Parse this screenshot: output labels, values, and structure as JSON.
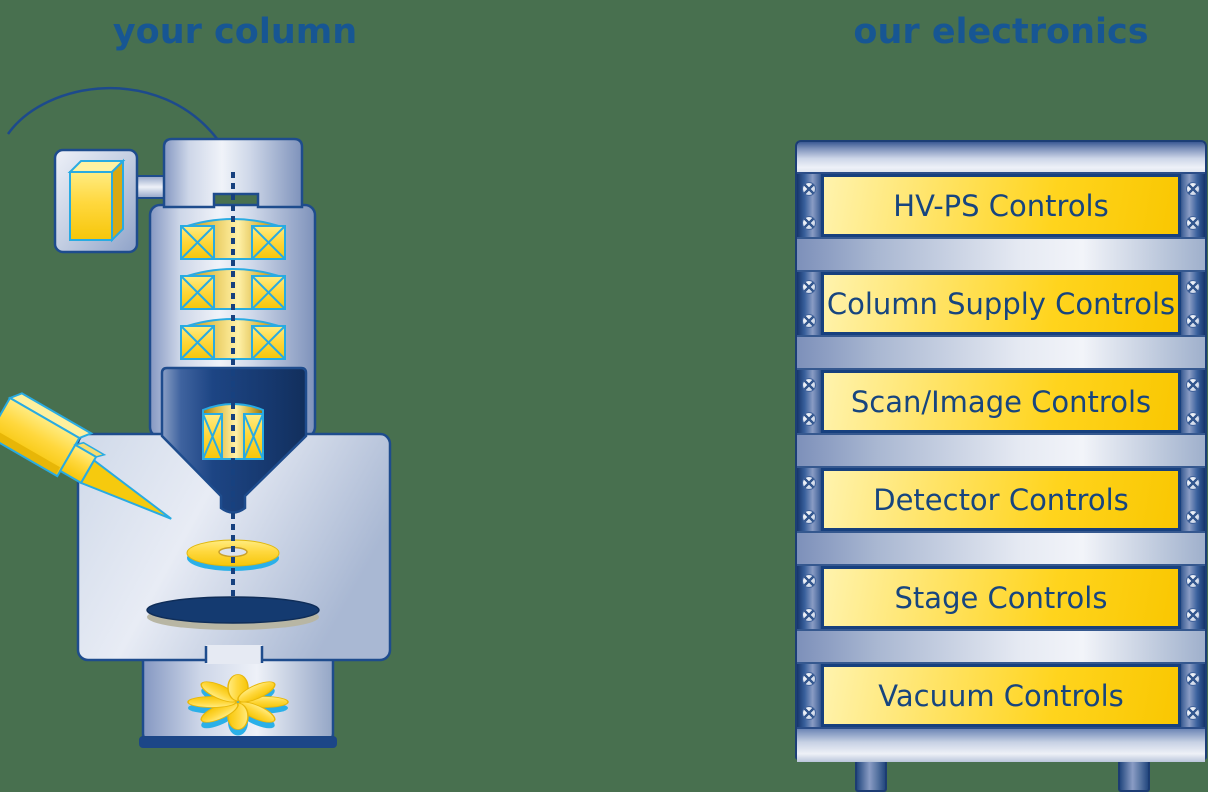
{
  "page": {
    "background_color": "#48704f"
  },
  "headings": {
    "left": "your column",
    "right": "our electronics"
  },
  "rack": {
    "modules": [
      {
        "label": "HV-PS Controls"
      },
      {
        "label": "Column Supply Controls"
      },
      {
        "label": "Scan/Image Controls"
      },
      {
        "label": "Detector Controls"
      },
      {
        "label": "Stage Controls"
      },
      {
        "label": "Vacuum Controls"
      }
    ]
  },
  "illustration": {
    "parts": [
      "signal-wire",
      "electron-gun-block",
      "gun-connector-arm",
      "gun-housing",
      "column-barrel",
      "condenser-coil",
      "objective-lens-cone",
      "objective-coil",
      "specimen-chamber",
      "detector-probe",
      "aperture-disc",
      "specimen-stage",
      "vacuum-pump-housing",
      "turbo-fan",
      "electron-beam",
      "screw"
    ]
  },
  "colors": {
    "background_green": "#48704f",
    "title_blue": "#175693",
    "label_navy": "#17457f",
    "module_yellow": "#ffd41d",
    "module_border_navy": "#17407e",
    "coil_outline_cyan": "#29abe2",
    "metal_light": "#eef1f8",
    "metal_dark": "#2b4d88",
    "cone_navy": "#1d4584"
  }
}
